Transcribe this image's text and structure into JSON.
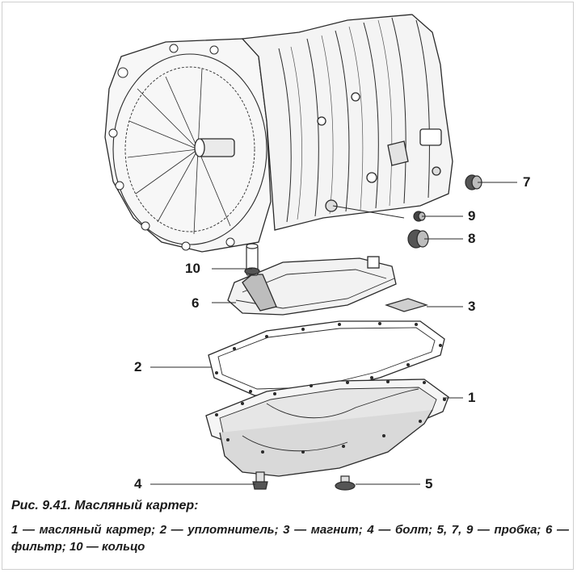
{
  "callouts": [
    {
      "id": "1",
      "label": "1"
    },
    {
      "id": "2",
      "label": "2"
    },
    {
      "id": "3",
      "label": "3"
    },
    {
      "id": "4",
      "label": "4"
    },
    {
      "id": "5",
      "label": "5"
    },
    {
      "id": "6",
      "label": "6"
    },
    {
      "id": "7",
      "label": "7"
    },
    {
      "id": "8",
      "label": "8"
    },
    {
      "id": "9",
      "label": "9"
    },
    {
      "id": "10",
      "label": "10"
    }
  ],
  "caption": {
    "title": "Рис. 9.41. Масляный картер:",
    "legend": "1 — масляный картер; 2 — уплотнитель; 3 — магнит; 4 — болт; 5, 7, 9 — пробка; 6 — фильтр; 10 — кольцо"
  },
  "colors": {
    "line": "#2a2a2a",
    "shade": "#bdbdbd",
    "pan_fill": "#d9d9d9"
  }
}
